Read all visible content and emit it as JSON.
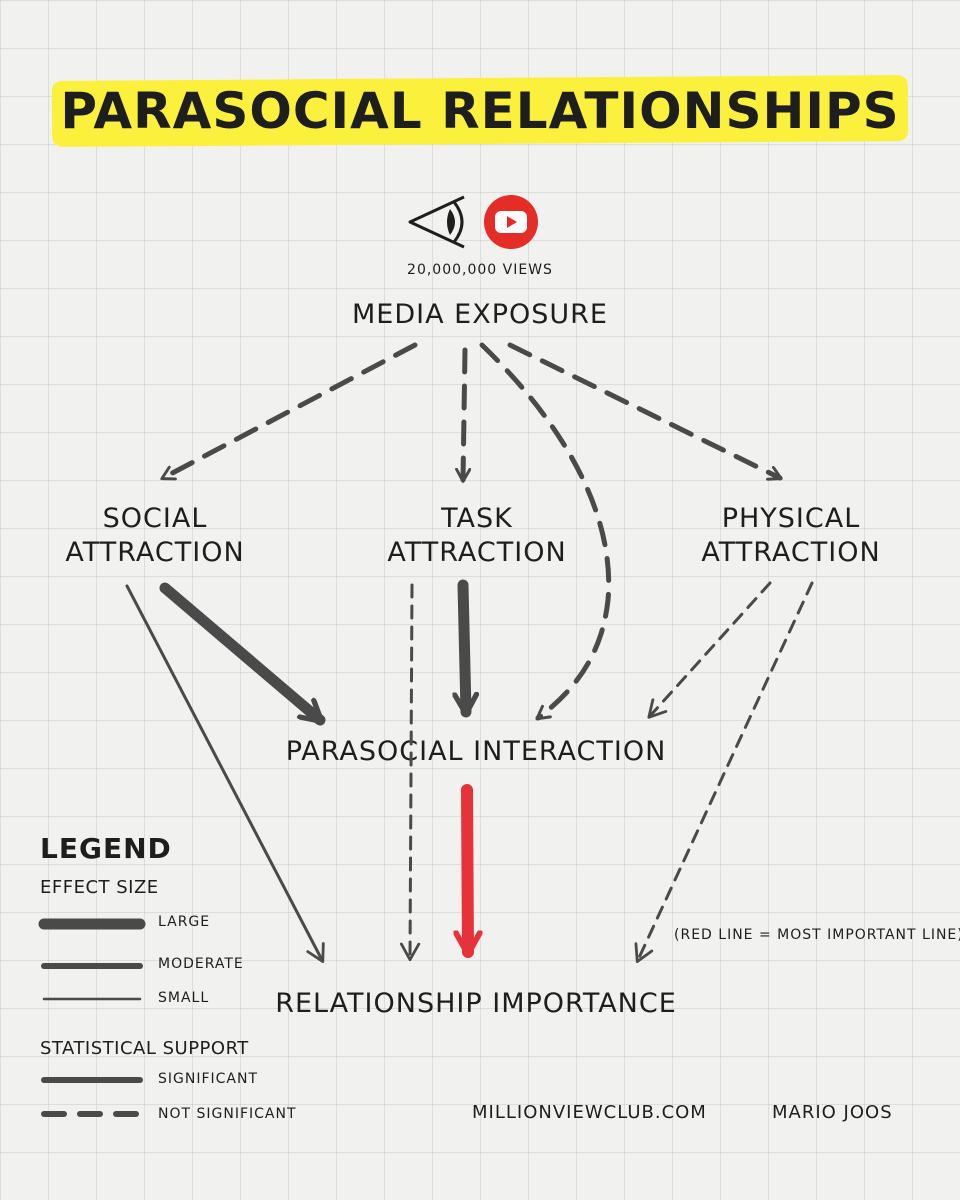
{
  "title": "PARASOCIAL RELATIONSHIPS",
  "media": {
    "views_text": "20,000,000 VIEWS",
    "icons": [
      "eye-icon",
      "youtube-play-icon"
    ],
    "youtube_color": "#e52d27"
  },
  "nodes": {
    "media_exposure": "MEDIA EXPOSURE",
    "social_attraction": [
      "SOCIAL",
      "ATTRACTION"
    ],
    "task_attraction": [
      "TASK",
      "ATTRACTION"
    ],
    "physical_attraction": [
      "PHYSICAL",
      "ATTRACTION"
    ],
    "parasocial_interaction": "PARASOCIAL INTERACTION",
    "relationship_importance": "RELATIONSHIP IMPORTANCE"
  },
  "edges": [
    {
      "from": "media_exposure",
      "to": "social_attraction",
      "effect": "moderate",
      "support": "not significant"
    },
    {
      "from": "media_exposure",
      "to": "task_attraction",
      "effect": "moderate",
      "support": "not significant"
    },
    {
      "from": "media_exposure",
      "to": "physical_attraction",
      "effect": "moderate",
      "support": "not significant"
    },
    {
      "from": "media_exposure",
      "to": "parasocial_interaction",
      "effect": "moderate",
      "support": "not significant"
    },
    {
      "from": "social_attraction",
      "to": "parasocial_interaction",
      "effect": "large",
      "support": "significant"
    },
    {
      "from": "social_attraction",
      "to": "relationship_importance",
      "effect": "small",
      "support": "significant"
    },
    {
      "from": "task_attraction",
      "to": "parasocial_interaction",
      "effect": "large",
      "support": "significant"
    },
    {
      "from": "task_attraction",
      "to": "relationship_importance",
      "effect": "small",
      "support": "not significant"
    },
    {
      "from": "physical_attraction",
      "to": "parasocial_interaction",
      "effect": "small",
      "support": "not significant"
    },
    {
      "from": "physical_attraction",
      "to": "relationship_importance",
      "effect": "small",
      "support": "not significant"
    },
    {
      "from": "parasocial_interaction",
      "to": "relationship_importance",
      "effect": "large",
      "support": "significant",
      "color": "#e8323a"
    }
  ],
  "annotation": "(RED LINE = MOST IMPORTANT LINE)",
  "legend": {
    "title": "LEGEND",
    "effect_size_heading": "EFFECT SIZE",
    "effect_sizes": [
      "LARGE",
      "MODERATE",
      "SMALL"
    ],
    "support_heading": "STATISTICAL SUPPORT",
    "support_levels": [
      "SIGNIFICANT",
      "NOT SIGNIFICANT"
    ]
  },
  "footer": {
    "site": "MILLIONVIEWCLUB.COM",
    "author": "MARIO JOOS"
  },
  "colors": {
    "highlight": "#fbf03c",
    "ink": "#1e1e1e",
    "line": "#4a4a4a",
    "important": "#e8323a"
  }
}
